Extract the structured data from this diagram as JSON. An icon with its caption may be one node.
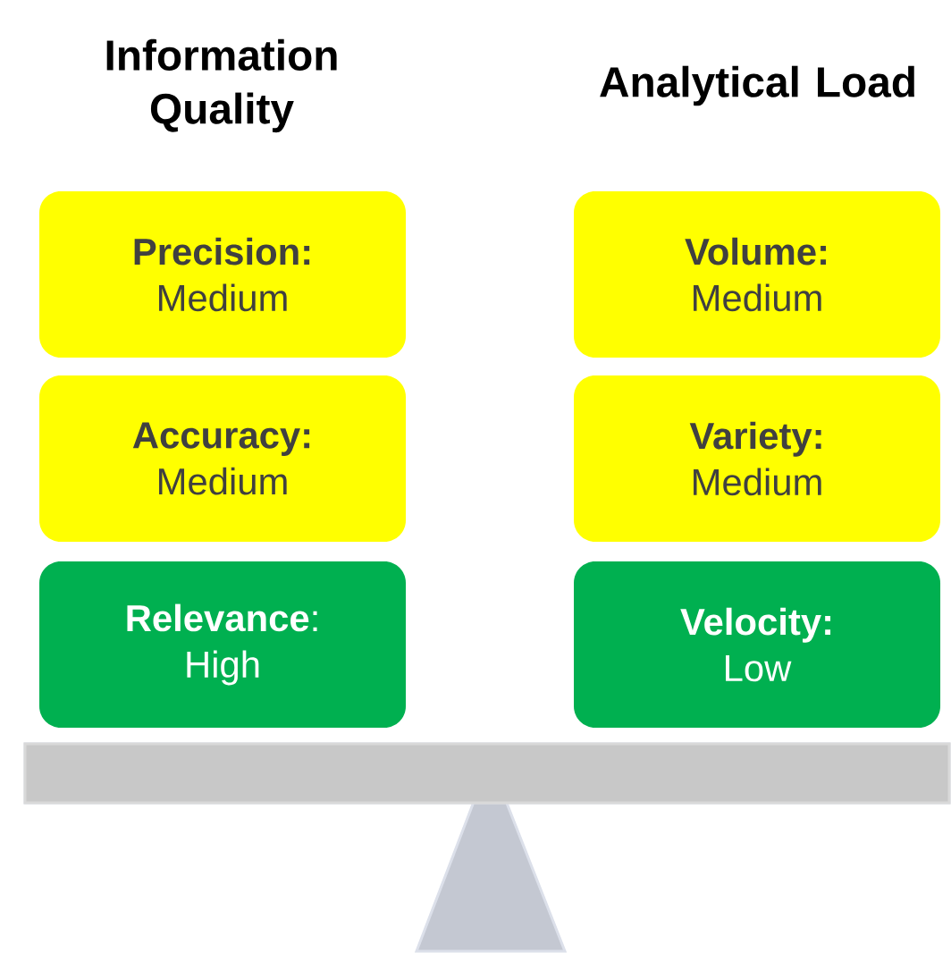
{
  "diagram": {
    "nodes": [
      {
        "text": [
          "Precision:",
          "Medium"
        ]
      },
      {
        "text": [
          "Volume:",
          "Medium"
        ]
      },
      {
        "text": [
          "Accuracy:",
          "Medium"
        ]
      },
      {
        "text": [
          "Variety:",
          "Medium"
        ]
      },
      {
        "text": [
          "**Relevance**:",
          "High"
        ]
      },
      {
        "text": [
          "Velocity:",
          "Low"
        ]
      }
    ],
    "labels": [
      "Information Quality",
      "Analytical Load"
    ]
  }
}
